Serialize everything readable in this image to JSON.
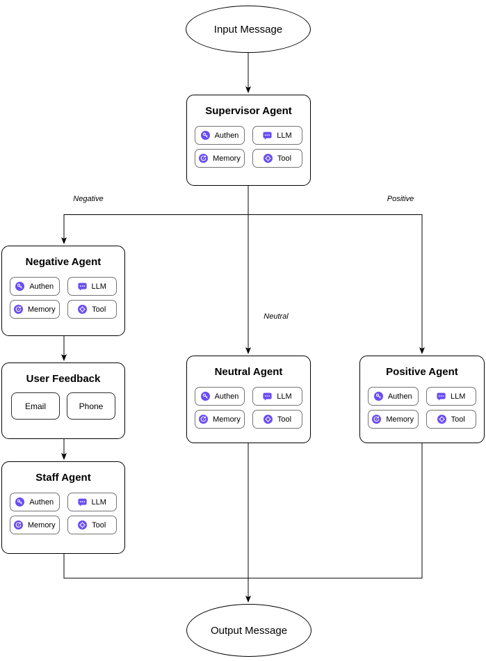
{
  "nodes": {
    "input": {
      "label": "Input Message"
    },
    "supervisor": {
      "title": "Supervisor Agent",
      "chips": [
        {
          "label": "Authen"
        },
        {
          "label": "LLM"
        },
        {
          "label": "Memory"
        },
        {
          "label": "Tool"
        }
      ]
    },
    "negative": {
      "title": "Negative Agent",
      "chips": [
        {
          "label": "Authen"
        },
        {
          "label": "LLM"
        },
        {
          "label": "Memory"
        },
        {
          "label": "Tool"
        }
      ]
    },
    "user_feedback": {
      "title": "User Feedback",
      "chips": [
        {
          "label": "Email"
        },
        {
          "label": "Phone"
        }
      ]
    },
    "staff": {
      "title": "Staff Agent",
      "chips": [
        {
          "label": "Authen"
        },
        {
          "label": "LLM"
        },
        {
          "label": "Memory"
        },
        {
          "label": "Tool"
        }
      ]
    },
    "neutral": {
      "title": "Neutral Agent",
      "chips": [
        {
          "label": "Authen"
        },
        {
          "label": "LLM"
        },
        {
          "label": "Memory"
        },
        {
          "label": "Tool"
        }
      ]
    },
    "positive": {
      "title": "Positive Agent",
      "chips": [
        {
          "label": "Authen"
        },
        {
          "label": "LLM"
        },
        {
          "label": "Memory"
        },
        {
          "label": "Tool"
        }
      ]
    },
    "output": {
      "label": "Output Message"
    }
  },
  "edge_labels": {
    "negative": "Negative",
    "neutral": "Neutral",
    "positive": "Positive"
  },
  "icons": {
    "authen": "key-in-circle",
    "llm": "chat-bubble-dots",
    "memory": "history-circle",
    "tool": "wheel-circle"
  },
  "colors": {
    "icon_purple": "#6a4df2",
    "stroke": "#000000",
    "chip_border": "#737373"
  }
}
